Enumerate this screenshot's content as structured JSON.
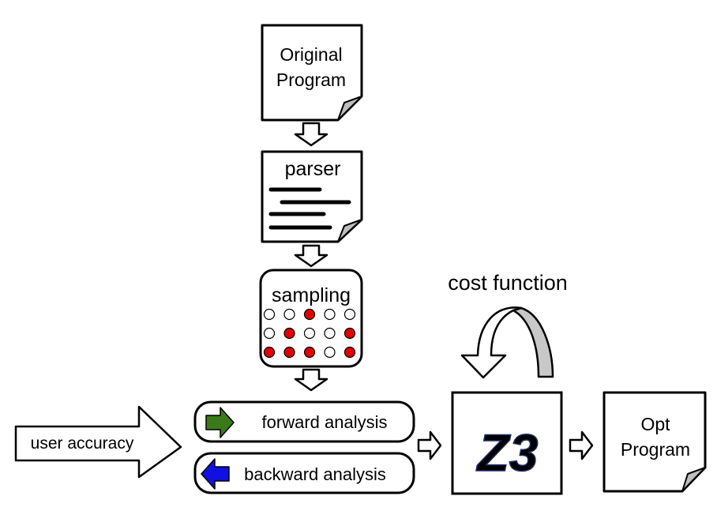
{
  "nodes": {
    "original_program": {
      "line1": "Original",
      "line2": "Program"
    },
    "parser": {
      "label": "parser"
    },
    "sampling": {
      "label": "sampling",
      "grid": [
        [
          0,
          0,
          1,
          0,
          0
        ],
        [
          0,
          1,
          0,
          0,
          1
        ],
        [
          1,
          1,
          1,
          0,
          1
        ]
      ]
    },
    "forward_analysis": {
      "label": "forward analysis"
    },
    "backward_analysis": {
      "label": "backward analysis"
    },
    "user_accuracy": {
      "label": "user accuracy"
    },
    "z3": {
      "label": "Z3"
    },
    "cost_function": {
      "label": "cost function"
    },
    "opt_program": {
      "line1": "Opt",
      "line2": "Program"
    }
  },
  "colors": {
    "sample_selected": "#e00000",
    "sample_unselected": "#ffffff",
    "forward_arrow": "#3a7a1a",
    "backward_arrow": "#1010e0",
    "z3_blue": "#2a4fa0",
    "loop_arrow_gray": "#c8c8c8"
  }
}
